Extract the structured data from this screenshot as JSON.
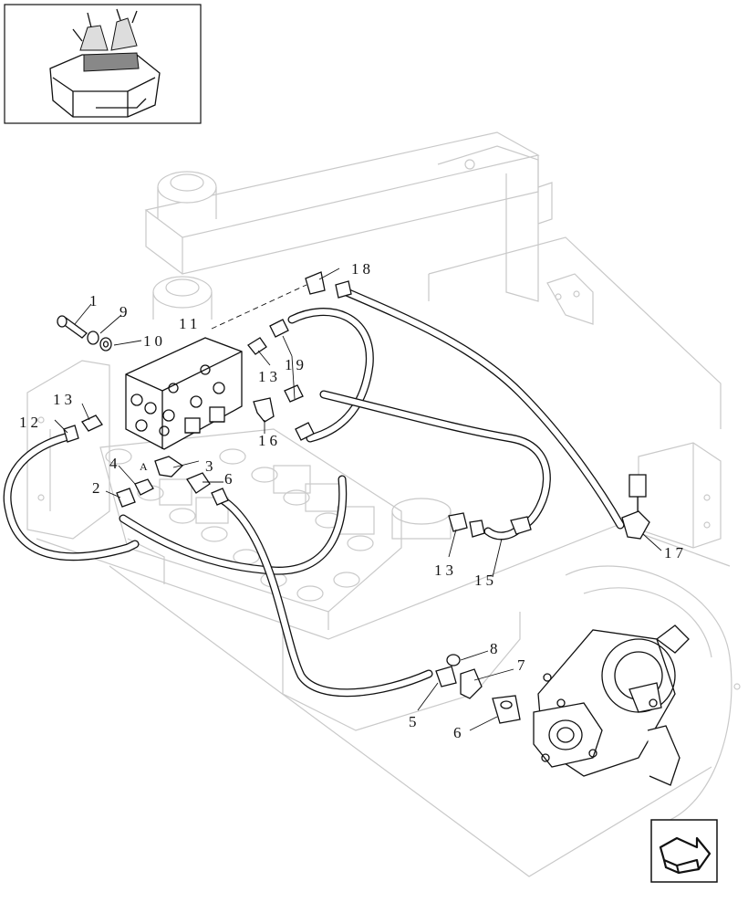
{
  "diagram": {
    "callouts": [
      {
        "id": "c1",
        "text": "1"
      },
      {
        "id": "c9",
        "text": "9"
      },
      {
        "id": "c11",
        "text": "11"
      },
      {
        "id": "c10",
        "text": "10"
      },
      {
        "id": "c18",
        "text": "18"
      },
      {
        "id": "c13a",
        "text": "13"
      },
      {
        "id": "c19",
        "text": "19"
      },
      {
        "id": "c13b",
        "text": "13"
      },
      {
        "id": "c12",
        "text": "12"
      },
      {
        "id": "c16",
        "text": "16"
      },
      {
        "id": "c4",
        "text": "4"
      },
      {
        "id": "cA",
        "text": "A"
      },
      {
        "id": "c3",
        "text": "3"
      },
      {
        "id": "c6a",
        "text": "6"
      },
      {
        "id": "c2",
        "text": "2"
      },
      {
        "id": "c13c",
        "text": "13"
      },
      {
        "id": "c15",
        "text": "15"
      },
      {
        "id": "c17",
        "text": "17"
      },
      {
        "id": "c8",
        "text": "8"
      },
      {
        "id": "c7",
        "text": "7"
      },
      {
        "id": "c5",
        "text": "5"
      },
      {
        "id": "c6b",
        "text": "6"
      }
    ]
  },
  "icons": {
    "thumbnail": "machine-overview-thumbnail",
    "nav": "navigate-arrow-icon"
  }
}
